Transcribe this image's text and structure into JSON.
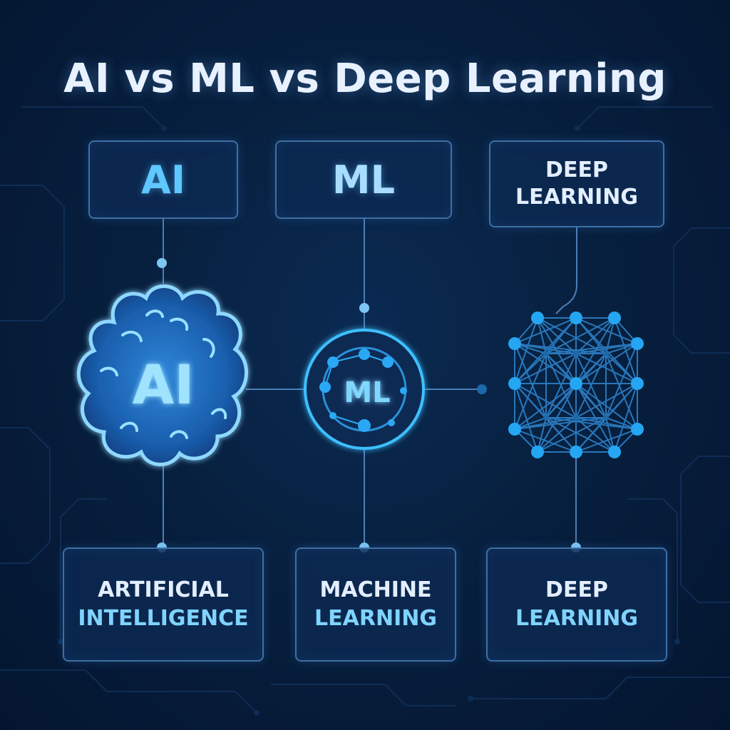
{
  "title": "AI vs ML vs Deep Learning",
  "top_boxes": {
    "ai": "AI",
    "ml": "ML",
    "dl_line1": "DEEP",
    "dl_line2": "LEARNING"
  },
  "icons": {
    "brain_label": "AI",
    "ml_circle_label": "ML"
  },
  "bottom_boxes": {
    "ai_line1": "ARTIFICIAL",
    "ai_line2": "INTELLIGENCE",
    "ml_line1": "MACHINE",
    "ml_line2": "LEARNING",
    "dl_line1": "DEEP",
    "dl_line2": "LEARNING"
  },
  "colors": {
    "background": "#061a36",
    "accent": "#36a9ff",
    "node": "#2aa8f5",
    "connector": "#4d7fb5"
  }
}
